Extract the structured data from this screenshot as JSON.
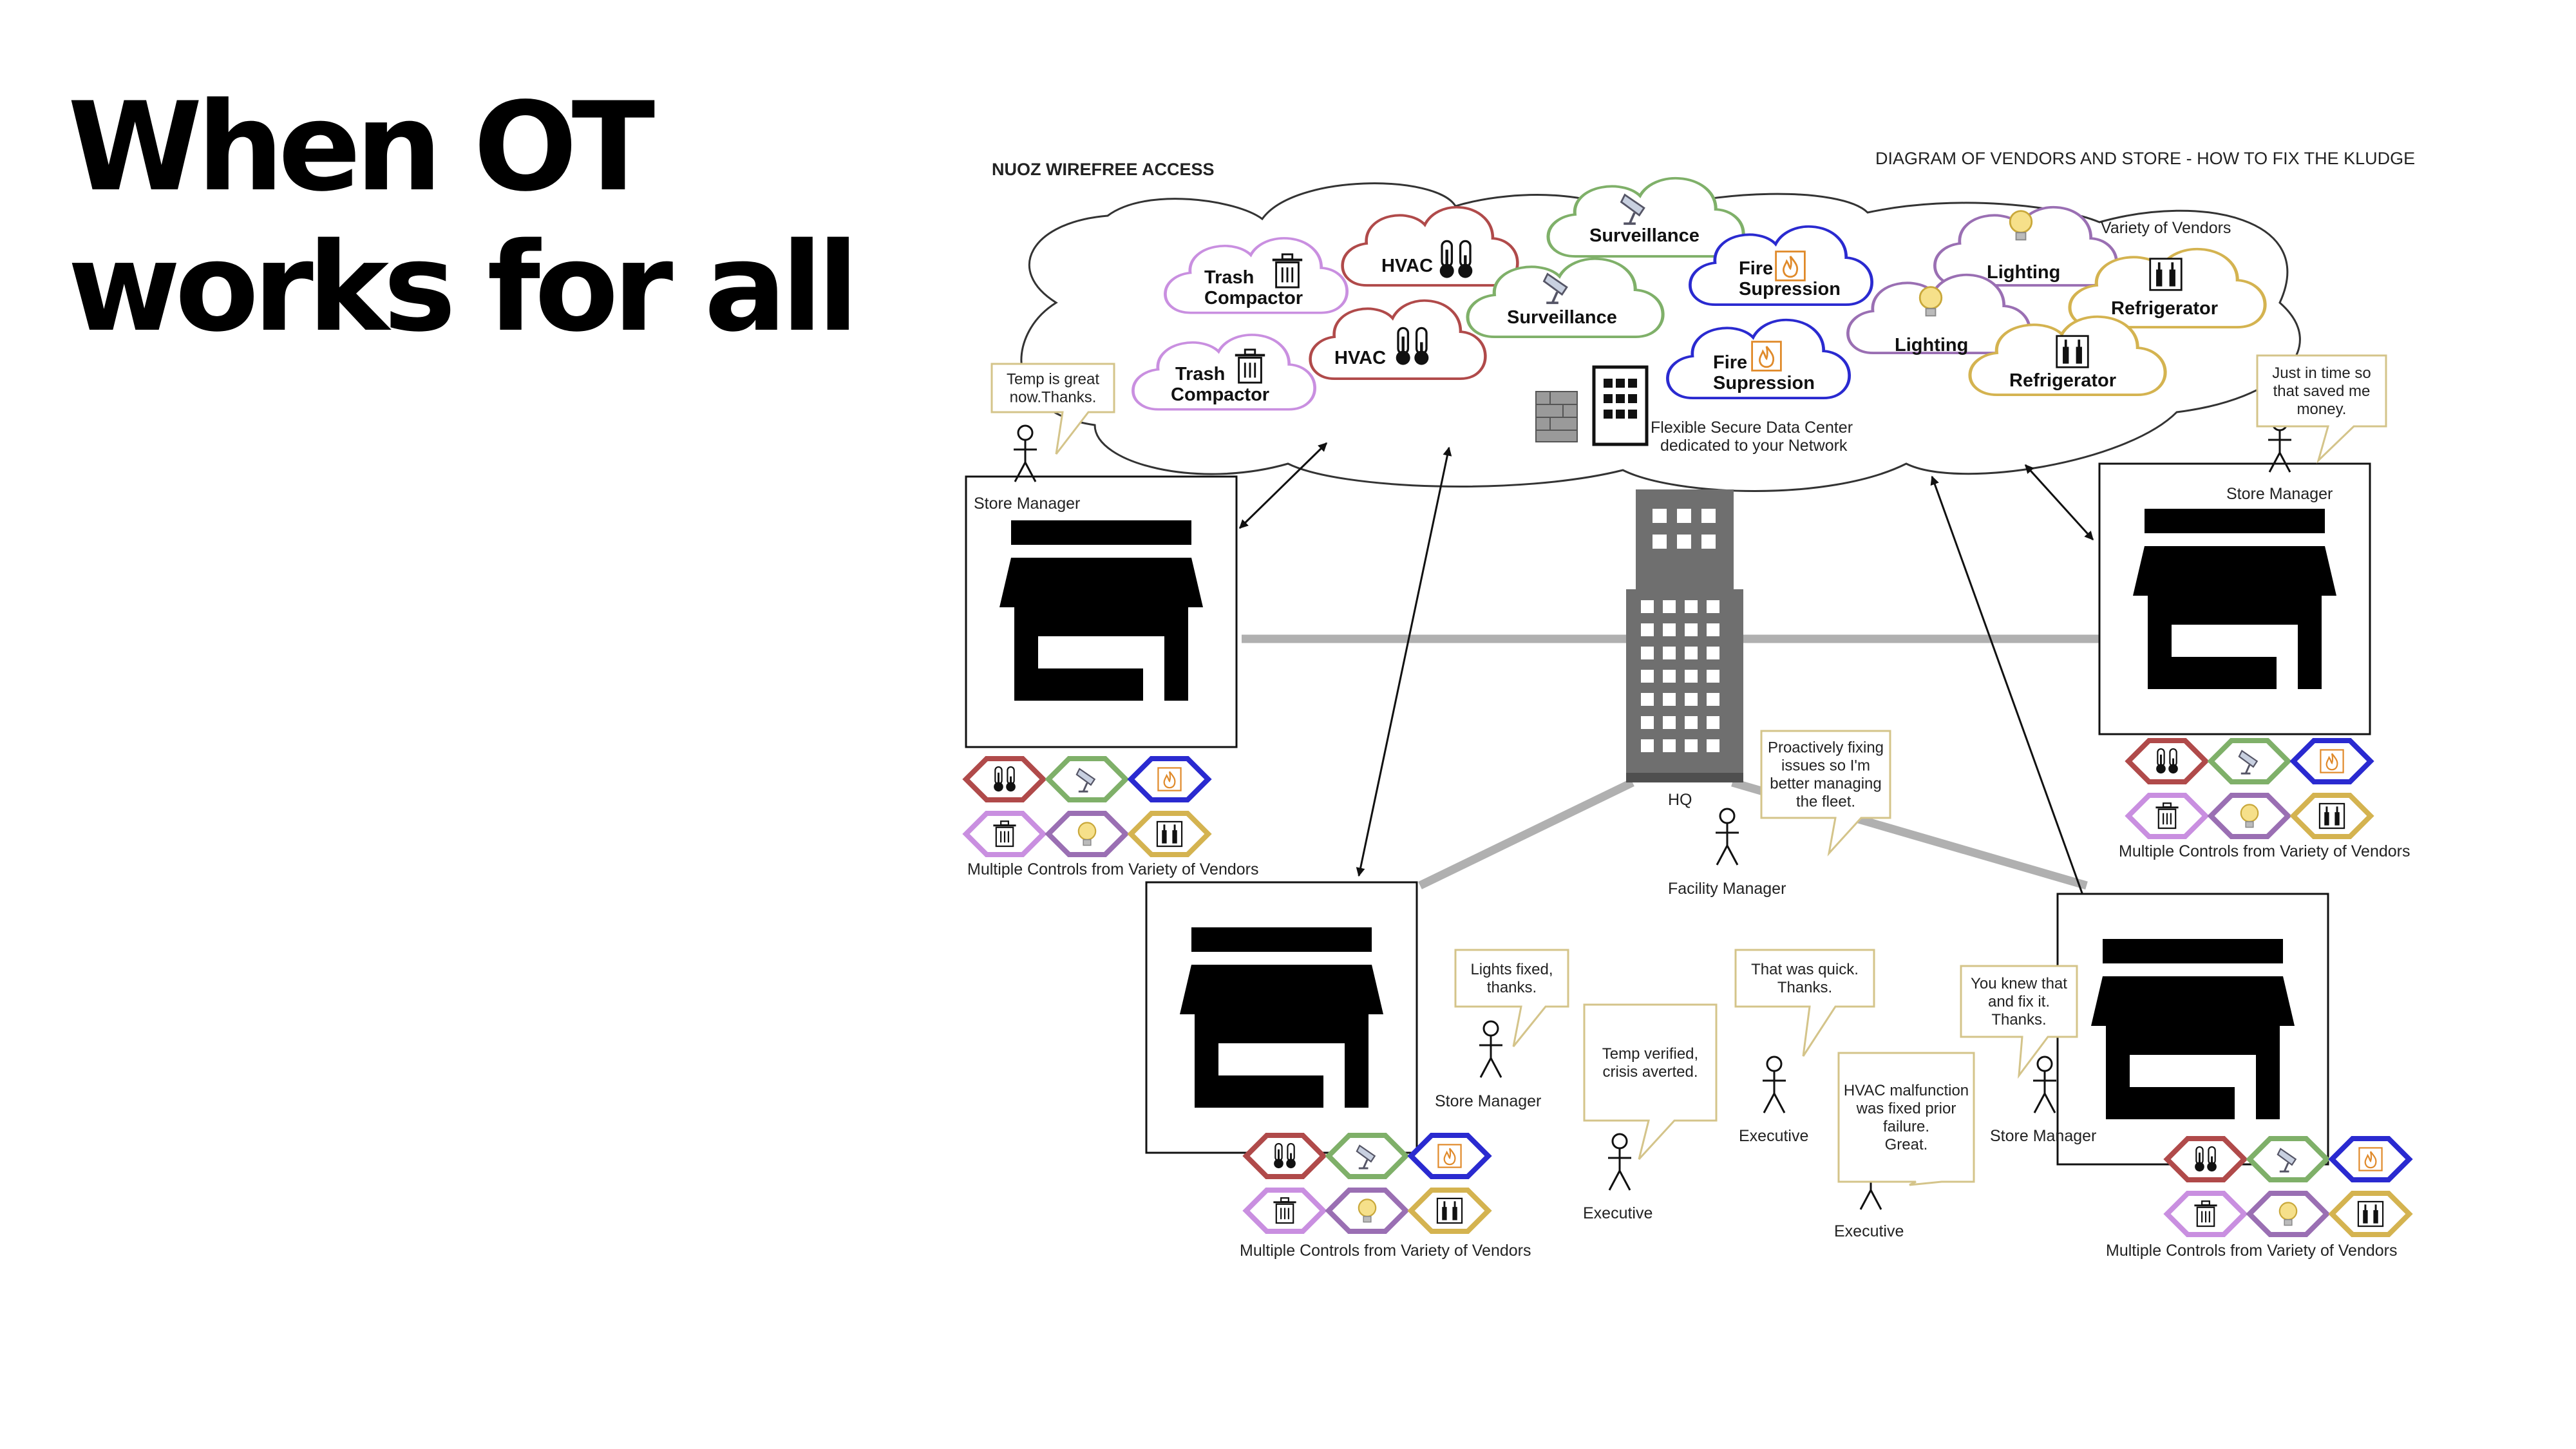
{
  "slide": {
    "title_line1": "When OT",
    "title_line2": "works for all"
  },
  "diagram": {
    "header_left": "NUOZ WIREFREE ACCESS",
    "header_right": "DIAGRAM OF VENDORS AND STORE - HOW TO FIX THE KLUDGE",
    "variety_label": "Variety of Vendors",
    "datacenter_line1": "Flexible Secure Data Center",
    "datacenter_line2": "dedicated to your Network",
    "hq_label": "HQ",
    "clouds": {
      "trash1_l1": "Trash",
      "trash1_l2": "Compactor",
      "trash2_l1": "Trash",
      "trash2_l2": "Compactor",
      "hvac1": "HVAC",
      "hvac2": "HVAC",
      "surv1": "Surveillance",
      "surv2": "Surveillance",
      "fire1_l1": "Fire",
      "fire1_l2": "Supression",
      "fire2_l1": "Fire",
      "fire2_l2": "Supression",
      "light1": "Lighting",
      "light2": "Lighting",
      "fridge1": "Refrigerator",
      "fridge2": "Refrigerator"
    },
    "roles": {
      "store_manager": "Store Manager",
      "facility_manager": "Facility Manager",
      "executive": "Executive"
    },
    "controls_label": "Multiple Controls from Variety of Vendors",
    "bubbles": {
      "temp_great": [
        "Temp is great",
        "now.Thanks."
      ],
      "just_in_time": [
        "Just in time so",
        "that saved me",
        "money."
      ],
      "proactive": [
        "Proactively fixing",
        "issues so I'm",
        "better managing",
        "the fleet."
      ],
      "lights_fixed": [
        "Lights fixed,",
        "thanks."
      ],
      "temp_verified": [
        "Temp verified,",
        "crisis averted."
      ],
      "quick": [
        "That was quick.",
        "Thanks."
      ],
      "hvac_fixed": [
        "HVAC malfunction",
        "was fixed prior",
        "failure.",
        "Great."
      ],
      "knew_that": [
        "You knew that",
        "and fix it.",
        "Thanks."
      ]
    },
    "colors": {
      "hvac": "#b04a4a",
      "surveillance": "#7fb069",
      "fire": "#2a2ad0",
      "trash": "#c98fe0",
      "lighting": "#9a6fb3",
      "refrigerator": "#d4b350",
      "bubble_border": "#d4c48a",
      "connector": "#b0b0b0",
      "hq_building": "#6f6f6f"
    }
  }
}
